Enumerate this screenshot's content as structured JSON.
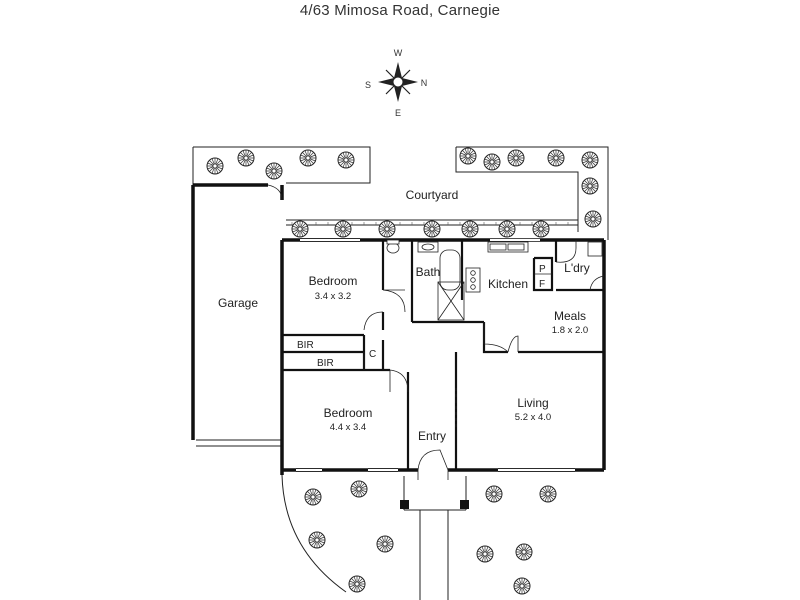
{
  "title": "4/63 Mimosa Road, Carnegie",
  "compass": {
    "top": "W",
    "right": "N",
    "bottom": "E",
    "left": "S"
  },
  "rooms": {
    "courtyard": "Courtyard",
    "garage": "Garage",
    "bedroom1": {
      "name": "Bedroom",
      "dims": "3.4 x 3.2"
    },
    "bedroom2": {
      "name": "Bedroom",
      "dims": "4.4 x 3.4"
    },
    "bath": "Bath",
    "kitchen": "Kitchen",
    "laundry": "L'dry",
    "meals": {
      "name": "Meals",
      "dims": "1.8 x 2.0"
    },
    "living": {
      "name": "Living",
      "dims": "5.2 x 4.0"
    },
    "entry": "Entry",
    "bir1": "BIR",
    "bir2": "BIR",
    "cupboard": "C",
    "pantry": "P",
    "fridge": "F"
  }
}
